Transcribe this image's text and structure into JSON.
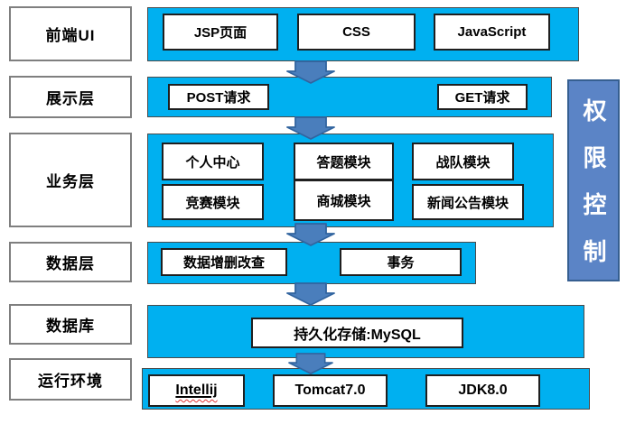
{
  "colors": {
    "band_cyan": "#00b0f0",
    "arrow_fill": "#4a7ebc",
    "arrow_border": "#31649f",
    "side_panel_fill": "#5b84c6",
    "side_panel_border": "#365f91",
    "label_border_gray": "#7f7f7f"
  },
  "layers": [
    {
      "label": "前端UI",
      "items": [
        "JSP页面",
        "CSS",
        "JavaScript"
      ]
    },
    {
      "label": "展示层",
      "items": [
        "POST请求",
        "GET请求"
      ]
    },
    {
      "label": "业务层",
      "items": [
        "个人中心",
        "答题模块",
        "战队模块",
        "竞赛模块",
        "商城模块",
        "新闻公告模块"
      ]
    },
    {
      "label": "数据层",
      "items": [
        "数据增删改查",
        "事务"
      ]
    },
    {
      "label": "数据库",
      "items": [
        "持久化存储:MySQL"
      ]
    },
    {
      "label": "运行环境",
      "items": [
        "Intellij",
        "Tomcat7.0",
        "JDK8.0"
      ]
    }
  ],
  "side_panel": {
    "label": "权限控制"
  }
}
